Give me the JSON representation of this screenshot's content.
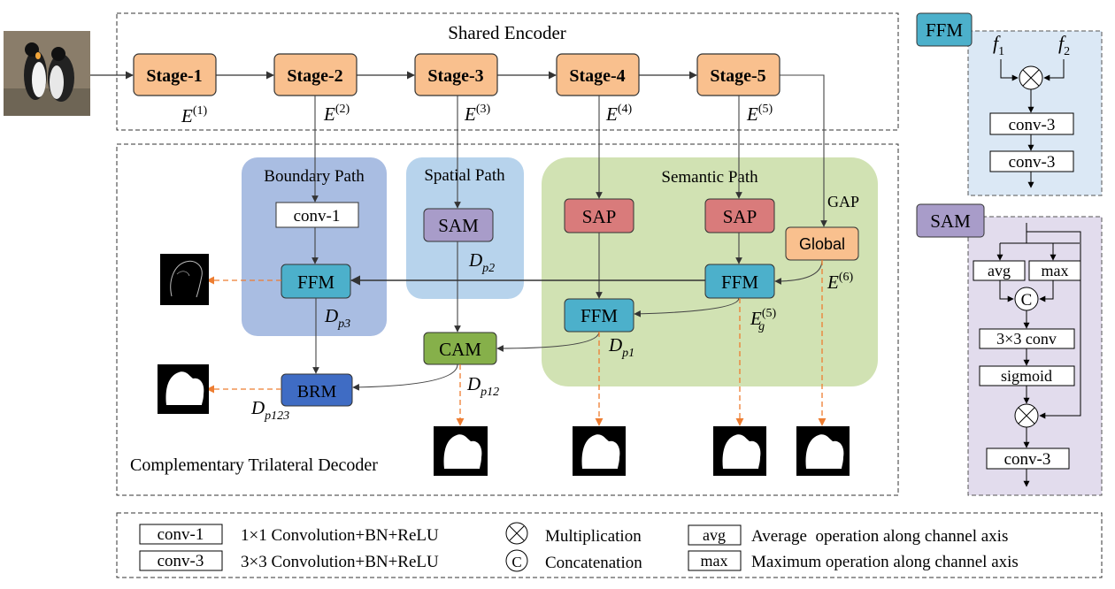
{
  "regions": {
    "encoder_title": "Shared Encoder",
    "decoder_title": "Complementary Trilateral Decoder",
    "boundary_title": "Boundary Path",
    "spatial_title": "Spatial Path",
    "semantic_title": "Semantic Path"
  },
  "stages": [
    {
      "label": "Stage-1",
      "feature": "(1)"
    },
    {
      "label": "Stage-2",
      "feature": "(2)"
    },
    {
      "label": "Stage-3",
      "feature": "(3)"
    },
    {
      "label": "Stage-4",
      "feature": "(4)"
    },
    {
      "label": "Stage-5",
      "feature": "(5)"
    }
  ],
  "feature_letter": "E",
  "modules": {
    "conv1": "conv-1",
    "sam": "SAM",
    "sap": "SAP",
    "ffm": "FFM",
    "cam": "CAM",
    "brm": "BRM",
    "global": "Global",
    "gap": "GAP"
  },
  "labels": {
    "e6": "(6)",
    "eg5_base": "E",
    "eg5_sub": "g",
    "eg5_sup": "(5)",
    "d_letter": "D",
    "dp1": "p1",
    "dp2": "p2",
    "dp3": "p3",
    "dp12": "p12",
    "dp123": "p123"
  },
  "ffm_detail": {
    "title": "FFM",
    "f_letter": "f",
    "f1_sub": "1",
    "f2_sub": "2",
    "conv_a": "conv-3",
    "conv_b": "conv-3"
  },
  "sam_detail": {
    "title": "SAM",
    "avg": "avg",
    "max": "max",
    "concat": "C",
    "conv": "3×3 conv",
    "sigmoid": "sigmoid",
    "conv_out": "conv-3"
  },
  "legend": {
    "conv1_box": "conv-1",
    "conv1_desc": "1×1 Convolution+BN+ReLU",
    "conv3_box": "conv-3",
    "conv3_desc": "3×3 Convolution+BN+ReLU",
    "mult_desc": "Multiplication",
    "concat_symbol": "C",
    "concat_desc": "Concatenation",
    "avg_box": "avg",
    "avg_desc": "Average  operation along channel axis",
    "max_box": "max",
    "max_desc": "Maximum operation along channel axis"
  },
  "colors": {
    "stage": "#f9c08e",
    "conv": "#ffffff",
    "ffm": "#4cb0cb",
    "sam": "#a89cc9",
    "sap": "#d97b7b",
    "cam": "#86b04a",
    "brm": "#3f6cc4",
    "global": "#f9c08e",
    "boundary_bg": "#a9bde2",
    "spatial_bg": "#b7d3ec",
    "semantic_bg": "#d1e2b3",
    "ffm_panel_bg": "#dbe8f5",
    "sam_panel_bg": "#e2dced",
    "output_arrow": "#ed7d31"
  }
}
